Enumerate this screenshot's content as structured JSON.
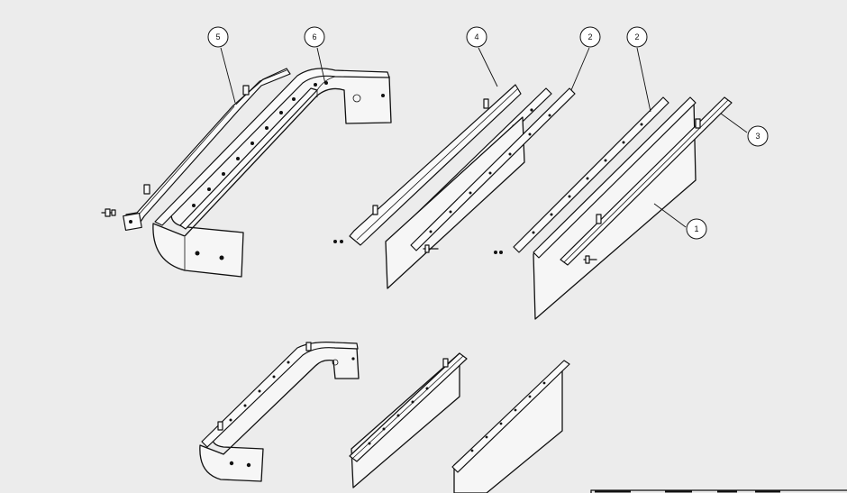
{
  "balloons": [
    {
      "id": "b5",
      "label": "5"
    },
    {
      "id": "b6",
      "label": "6"
    },
    {
      "id": "b4",
      "label": "4"
    },
    {
      "id": "b2a",
      "label": "2"
    },
    {
      "id": "b2b",
      "label": "2"
    },
    {
      "id": "b3",
      "label": "3"
    },
    {
      "id": "b1",
      "label": "1"
    }
  ],
  "title_block": {
    "visible": true
  },
  "colors": {
    "background": "#ececec",
    "line": "#111111"
  }
}
